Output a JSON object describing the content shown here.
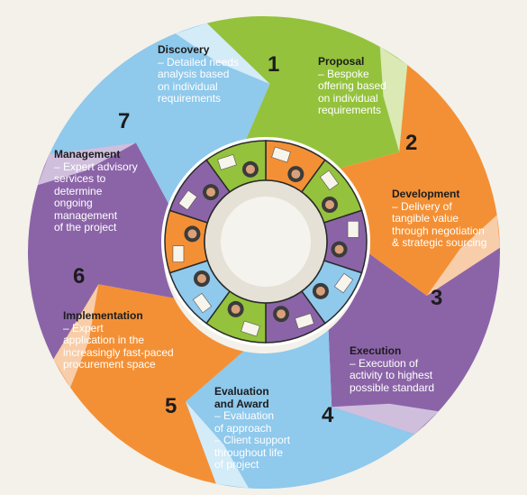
{
  "stages": [
    {
      "number": "1",
      "title": "Discovery",
      "description": "– Detailed needs\nanalysis based\non individual\nrequirements",
      "color": "#94c23c",
      "tab_color": "#dbe9b4"
    },
    {
      "number": "2",
      "title": "Proposal",
      "description": "– Bespoke\noffering based\non individual\nrequirements",
      "color": "#f39035",
      "tab_color": "#f8cda9"
    },
    {
      "number": "3",
      "title": "Development",
      "description": "– Delivery of\ntangible value\nthrough negotiation\n& strategic sourcing",
      "color": "#8b64a8",
      "tab_color": "#cfbfdd"
    },
    {
      "number": "4",
      "title": "Execution",
      "description": "– Execution of\nactivity to highest\npossible standard",
      "color": "#8fc9ec",
      "tab_color": "#d4ebf8"
    },
    {
      "number": "5",
      "title": "Evaluation\nand Award",
      "description": "– Evaluation\nof approach\n– Client support\nthroughout life\nof project",
      "color": "#f39035",
      "tab_color": "#f8cda9"
    },
    {
      "number": "6",
      "title": "Implementation",
      "description": "– Expert\napplication in the\nincreasingly fast-paced\nprocurement space",
      "color": "#8b64a8",
      "tab_color": "#cfbfdd"
    },
    {
      "number": "7",
      "title": "Management",
      "description": "– Expert advisory\nservices to\ndetermine\nongoing\nmanagement\nof the project",
      "color": "#8fc9ec",
      "tab_color": "#d4ebf8"
    }
  ],
  "center_image": "meeting-table-illustration"
}
